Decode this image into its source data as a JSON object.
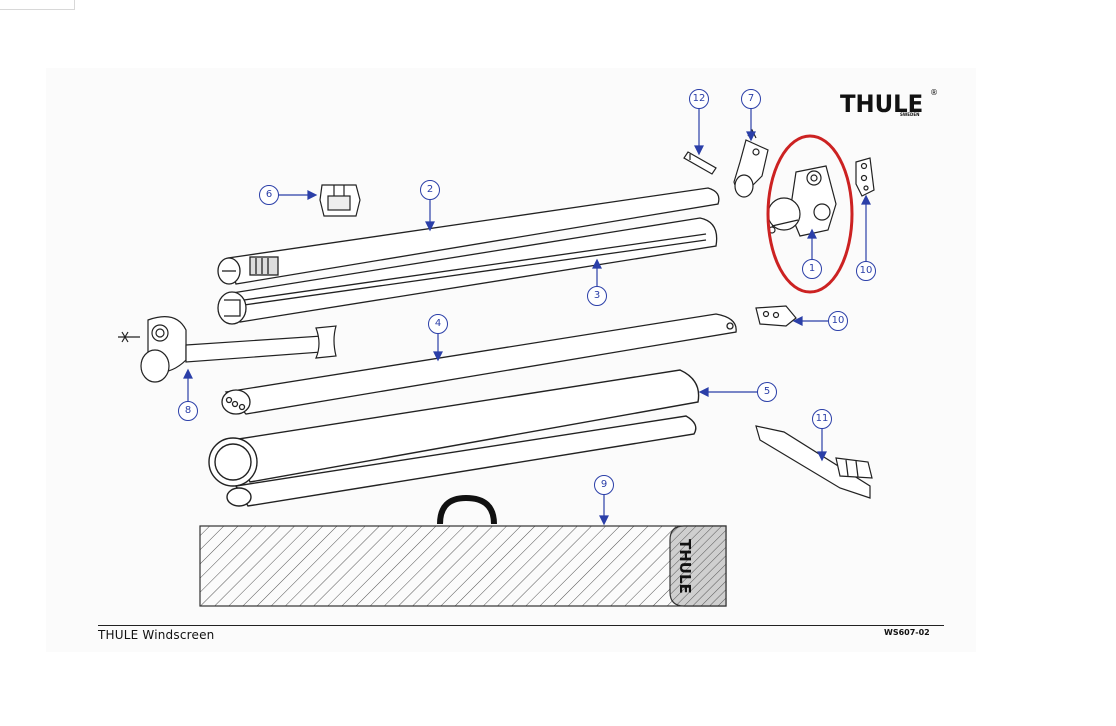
{
  "logo": {
    "brand": "THULE",
    "reg_mark": "®",
    "sub": "SWEDEN"
  },
  "footer": {
    "title": "THULE Windscreen",
    "code": "WS607-02"
  },
  "case_brand": "THULE",
  "callouts": [
    "1",
    "2",
    "3",
    "4",
    "5",
    "6",
    "7",
    "8",
    "9",
    "10",
    "10",
    "11",
    "12"
  ],
  "highlight_color": "#cc2222",
  "callout_color": "#2b3fa8"
}
